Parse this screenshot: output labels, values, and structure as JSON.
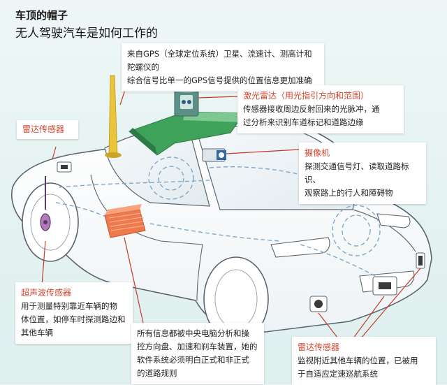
{
  "header": {
    "title": "车顶的帽子",
    "subtitle": "无人驾驶汽车是如何工作的"
  },
  "callouts": {
    "gps": {
      "heading": "",
      "lines": [
        "来自GPS（全球定位系统）卫星、流速计、测高计和陀螺仪的",
        "综合信号比单一的GPS信号提供的位置信息更加准确"
      ]
    },
    "lidar": {
      "heading": "激光雷达（用光指引方向和范围）",
      "lines": [
        "传感器接收周边反射回来的光脉冲，通",
        "过分析来识别车道标记和道路边缘"
      ]
    },
    "radar_left": {
      "heading": "雷达传感器",
      "lines": []
    },
    "camera": {
      "heading": "摄像机",
      "lines": [
        "探测交通信号灯、读取道路标识、",
        "观察路上的行人和障碍物"
      ]
    },
    "ultrasonic": {
      "heading": "超声波传感器",
      "lines": [
        "用于测量特别靠近车辆的物",
        "体位置，如停车时探测路边和",
        "其他车辆"
      ]
    },
    "computer": {
      "heading": "",
      "lines": [
        "所有信息都被中央电脑分析和操",
        "控方向盘、加速和刹车装置，她的",
        "软件系统必须明白正式和非正式",
        "的道路规则"
      ]
    },
    "radar_front": {
      "heading": "雷达传感器",
      "lines": [
        "监视附近其他车辆的位置，已被用",
        "于自适应定速巡航系统"
      ]
    }
  },
  "colors": {
    "heading": "#d2452f",
    "car_outline": "#5a646e",
    "wire": "#7fa8c8",
    "roof_box": "#3fa25a",
    "antenna": "#e8c53a",
    "computer_box": "#ef7a4e",
    "lidar": "#5c8f86"
  }
}
